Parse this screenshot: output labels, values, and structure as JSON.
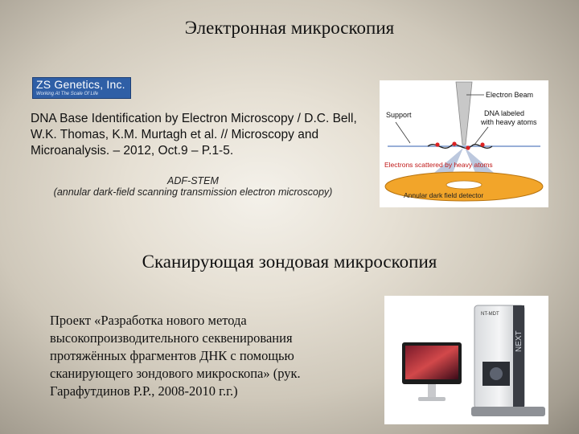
{
  "slide": {
    "title_top": "Электронная микроскопия",
    "logo": {
      "name": "ZS Genetics, Inc.",
      "tagline": "Working At The Scale Of Life"
    },
    "reference": "DNA Base Identification by Electron Microscopy / D.C. Bell, W.K. Thomas, K.M. Murtagh et al. // Microscopy and Microanalysis. – 2012, Oct.9 – P.1-5.",
    "adf_title": "ADF-STEM",
    "adf_subtitle": "(annular dark-field scanning transmission electron microscopy)",
    "diagram_labels": {
      "beam": "Electron Beam",
      "support": "Support",
      "dna1": "DNA labeled",
      "dna2": "with heavy atoms",
      "scattered": "Electrons scattered by heavy atoms",
      "detector": "Annular dark field detector"
    },
    "title_bottom": "Сканирующая зондовая  микроскопия",
    "project_lines": [
      "Проект «Разработка нового метода",
      "высокопроизводительного секвенирования",
      "протяжённых фрагментов ДНК с помощью",
      "сканирующего зондового микроскопа» (рук.",
      "Гарафутдинов Р.Р., 2008-2010 г.г.)"
    ],
    "device_brand": "NEXT",
    "device_label": "NT-MDT"
  }
}
